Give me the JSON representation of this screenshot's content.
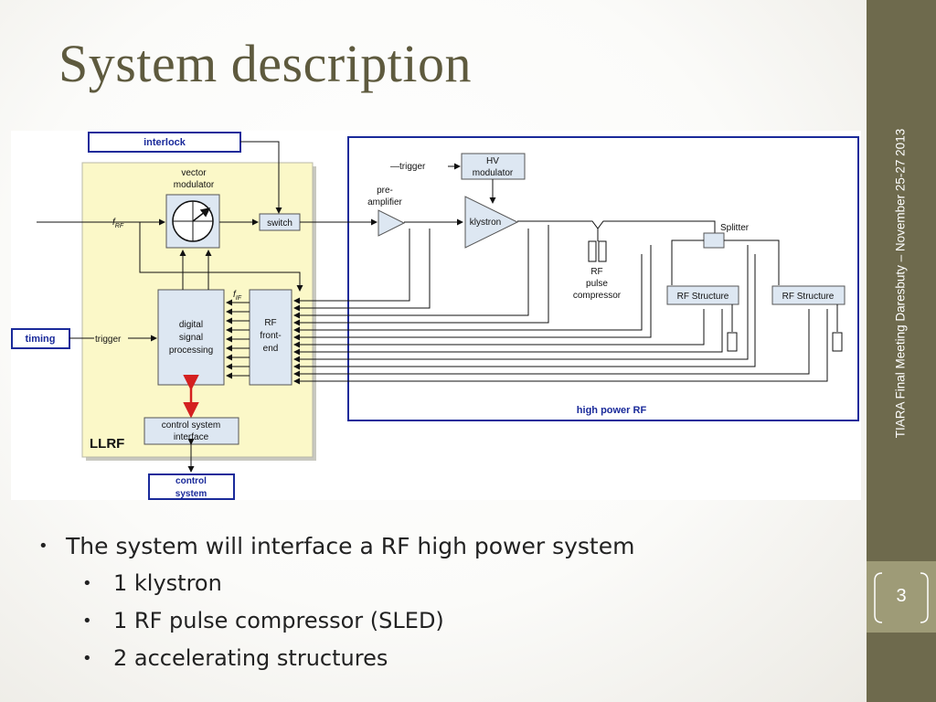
{
  "slide": {
    "title": "System description",
    "footer_text": "TIARA Final Meeting    Daresbuty – November 25-27 2013",
    "page_number": "3"
  },
  "diagram": {
    "interlock": "interlock",
    "vector_modulator_l1": "vector",
    "vector_modulator_l2": "modulator",
    "f_rf": "f",
    "f_rf_sub": "RF",
    "switch": "switch",
    "f_if": "f",
    "f_if_sub": "IF",
    "dsp_l1": "digital",
    "dsp_l2": "signal",
    "dsp_l3": "processing",
    "rffe_l1": "RF",
    "rffe_l2": "front-",
    "rffe_l3": "end",
    "timing": "timing",
    "trigger": "trigger",
    "csi_l1": "control system",
    "csi_l2": "interface",
    "llrf": "LLRF",
    "control_l1": "control",
    "control_l2": "system",
    "hv_trigger": "trigger",
    "hv_l1": "HV",
    "hv_l2": "modulator",
    "preamp_l1": "pre-",
    "preamp_l2": "amplifier",
    "klystron": "klystron",
    "splitter": "Splitter",
    "comp_l1": "RF",
    "comp_l2": "pulse",
    "comp_l3": "compressor",
    "rf_structure_1": "RF Structure",
    "rf_structure_2": "RF Structure",
    "high_power_rf": "high power RF"
  },
  "bullets": {
    "main": "The system will interface a RF high power system",
    "sub": [
      "1 klystron",
      "1 RF pulse compressor (SLED)",
      "2 accelerating structures"
    ]
  },
  "colors": {
    "sidebar": "#6e6a4d",
    "sidebar_light": "#9e9b77",
    "title": "#5e5a3e",
    "llrf_fill": "#fbf8c8",
    "box_fill": "#dde7f2",
    "frame_blue": "#1a2a9a",
    "signal_red": "#d42020"
  }
}
